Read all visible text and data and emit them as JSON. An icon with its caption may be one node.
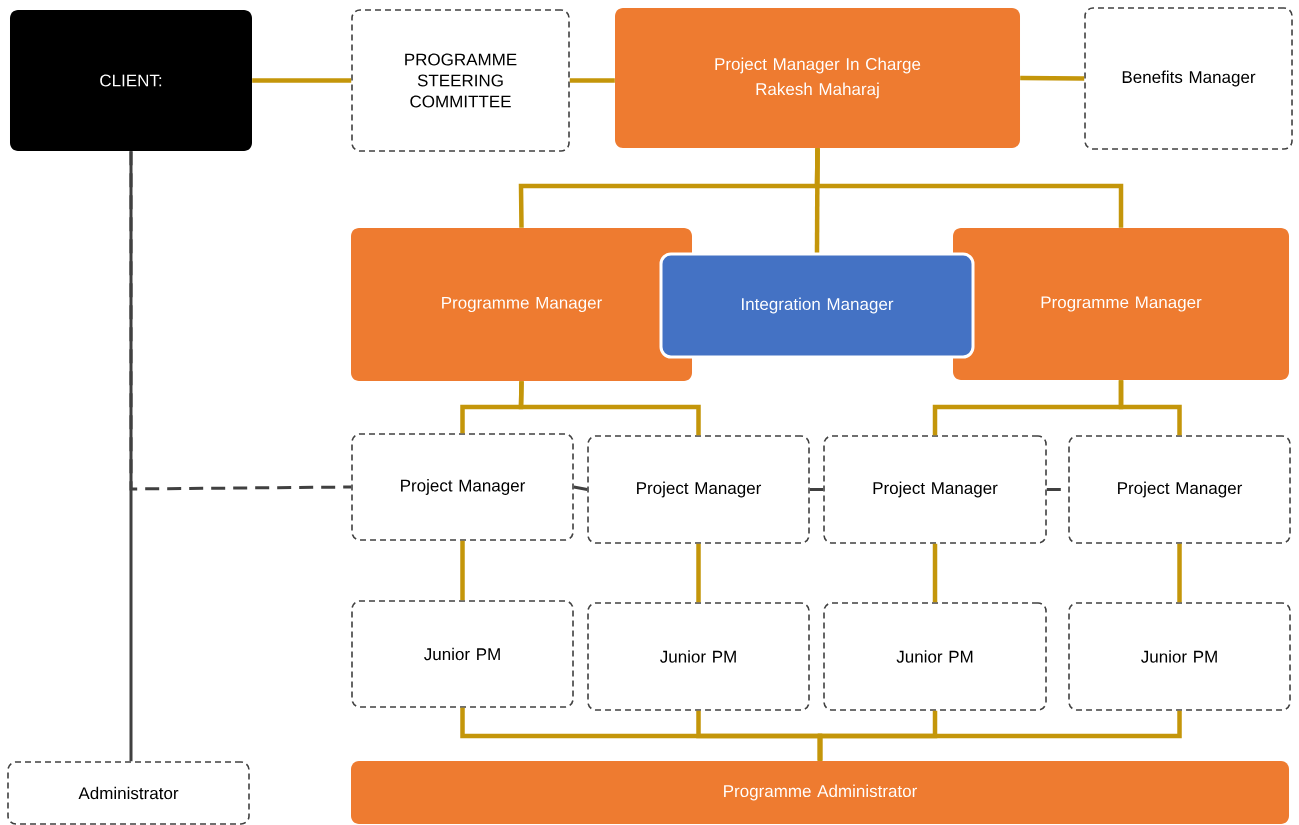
{
  "diagram": {
    "nodes": [
      {
        "text": [
          "CLIENT:"
        ]
      },
      {
        "text": [
          "PROGRAMME STEERING COMMITTEE"
        ]
      },
      {
        "text": [
          "Project Manager In Charge",
          "Rakesh Maharaj"
        ]
      },
      {
        "text": [
          "Benefits Manager"
        ]
      },
      {
        "text": [
          "Programme Manager"
        ]
      },
      {
        "text": [
          "Integration Manager"
        ]
      },
      {
        "text": [
          "Programme Manager"
        ]
      },
      {
        "text": [
          "Project Manager"
        ]
      },
      {
        "text": [
          "Project Manager"
        ]
      },
      {
        "text": [
          "Project Manager"
        ]
      },
      {
        "text": [
          "Project Manager"
        ]
      },
      {
        "text": [
          "Junior PM"
        ]
      },
      {
        "text": [
          "Junior PM"
        ]
      },
      {
        "text": [
          "Junior PM"
        ]
      },
      {
        "text": [
          "Junior PM"
        ]
      },
      {
        "text": [
          "Programme Administrator"
        ]
      },
      {
        "text": [
          "Administrator"
        ]
      }
    ],
    "edges": [
      {
        "from": 0,
        "to": 1,
        "arrow": "none"
      },
      {
        "from": 1,
        "to": 2,
        "arrow": "none"
      },
      {
        "from": 2,
        "to": 3,
        "arrow": "none"
      },
      {
        "from": 2,
        "to": 4,
        "arrow": "none"
      },
      {
        "from": 2,
        "to": 5,
        "arrow": "none"
      },
      {
        "from": 2,
        "to": 6,
        "arrow": "none"
      },
      {
        "from": 4,
        "to": 7,
        "arrow": "none"
      },
      {
        "from": 4,
        "to": 8,
        "arrow": "none"
      },
      {
        "from": 6,
        "to": 9,
        "arrow": "none"
      },
      {
        "from": 6,
        "to": 10,
        "arrow": "none"
      },
      {
        "from": 7,
        "to": 11,
        "arrow": "none"
      },
      {
        "from": 8,
        "to": 12,
        "arrow": "none"
      },
      {
        "from": 9,
        "to": 13,
        "arrow": "none"
      },
      {
        "from": 10,
        "to": 14,
        "arrow": "none"
      },
      {
        "from": 11,
        "to": 15,
        "arrow": "none"
      },
      {
        "from": 12,
        "to": 15,
        "arrow": "none"
      },
      {
        "from": 13,
        "to": 15,
        "arrow": "none"
      },
      {
        "from": 14,
        "to": 15,
        "arrow": "none"
      },
      {
        "from": 0,
        "to": 7,
        "arrow": "none",
        "style": "dashed",
        "color": "#404040"
      },
      {
        "from": 0,
        "to": 16,
        "arrow": "none",
        "color": "#404040"
      },
      {
        "from": 7,
        "to": 8,
        "arrow": "none",
        "style": "dashed",
        "color": "#404040"
      },
      {
        "from": 8,
        "to": 9,
        "arrow": "none",
        "style": "dashed",
        "color": "#404040"
      },
      {
        "from": 9,
        "to": 10,
        "arrow": "none",
        "style": "dashed",
        "color": "#404040"
      }
    ]
  }
}
